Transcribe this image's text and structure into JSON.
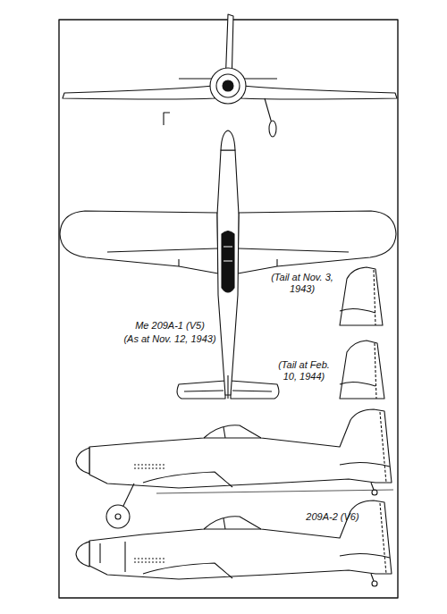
{
  "diagram": {
    "labels": [
      "Me 209A-1 (V5)",
      "(As at Nov. 12, 1943)",
      "(Tail at Nov. 3, 1943)",
      "(Tail at Feb. 10, 1944)",
      "209A-2 (V6)"
    ]
  }
}
